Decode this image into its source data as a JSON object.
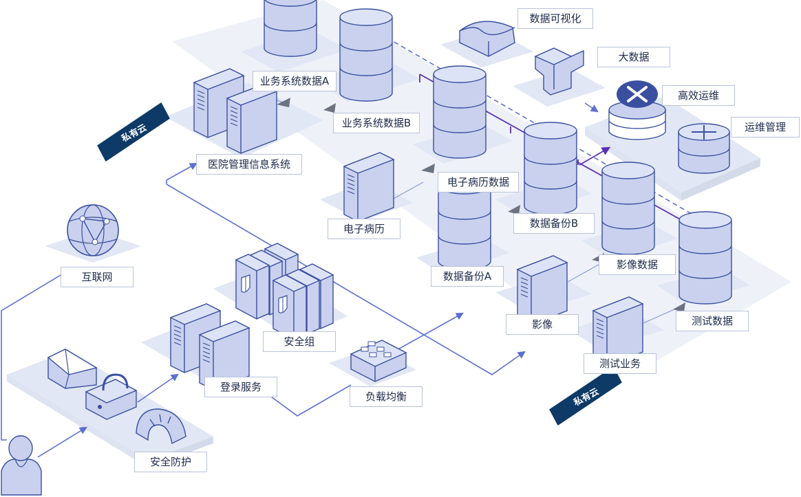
{
  "labels": {
    "data_visualization": "数据可视化",
    "big_data": "大数据",
    "efficient_ops": "高效运维",
    "ops_management": "运维管理",
    "biz_data_a": "业务系统数据A",
    "biz_data_b": "业务系统数据B",
    "his": "医院管理信息系统",
    "emr_data": "电子病历数据",
    "emr": "电子病历",
    "backup_b": "数据备份B",
    "backup_a": "数据备份A",
    "image_data": "影像数据",
    "imaging": "影像",
    "test_data": "测试数据",
    "test_business": "测试业务",
    "internet": "互联网",
    "security_group": "安全组",
    "login_service": "登录服务",
    "load_balance": "负载均衡",
    "security_protection": "安全防护"
  },
  "tags": {
    "private_cloud_1": "私有云",
    "private_cloud_2": "私有云"
  },
  "colors": {
    "platform": "#e6ebf5",
    "platform_edge": "#d3dbeb",
    "device_fill": "#c9d1ee",
    "device_stroke": "#3a4fa0",
    "connector": "#5c6fd0",
    "purple_line": "#5b2fb5",
    "tag_bg": "#0d3a66"
  },
  "icons": [
    "database-icon",
    "server-icon",
    "globe-icon",
    "user-icon",
    "firewall-icon",
    "load-balancer-icon",
    "shield-icon",
    "lock-icon",
    "gauge-icon",
    "wrench-icon",
    "router-icon",
    "visualization-icon",
    "big-data-icon"
  ]
}
